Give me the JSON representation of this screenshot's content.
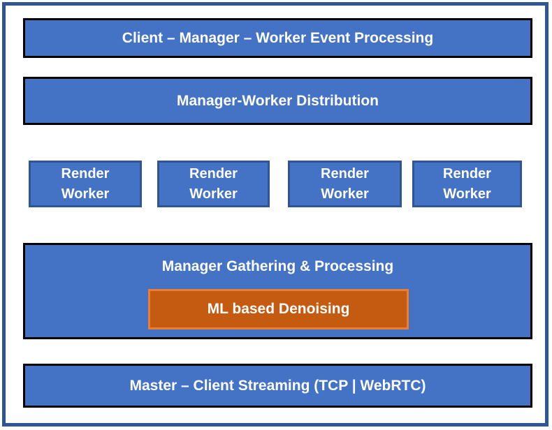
{
  "colors": {
    "page_bg": "#ffffff",
    "frame_border": "#2f5597",
    "blue_fill": "#4472c4",
    "black_outline": "#000000",
    "worker_border": "#2f5597",
    "orange_fill": "#c55a11",
    "orange_border": "#ed7d31",
    "label_color": "#ffffff"
  },
  "diagram": {
    "event_processing_box": {
      "label": "Client – Manager – Worker Event Processing"
    },
    "distribution_box": {
      "label": "Manager-Worker Distribution"
    },
    "render_workers": [
      {
        "label": "Render\nWorker"
      },
      {
        "label": "Render\nWorker"
      },
      {
        "label": "Render\nWorker"
      },
      {
        "label": "Render\nWorker"
      }
    ],
    "gathering_box": {
      "label": "Manager Gathering & Processing",
      "denoising_box": {
        "label": "ML based Denoising"
      }
    },
    "streaming_box": {
      "label": "Master – Client Streaming (TCP | WebRTC)"
    }
  }
}
